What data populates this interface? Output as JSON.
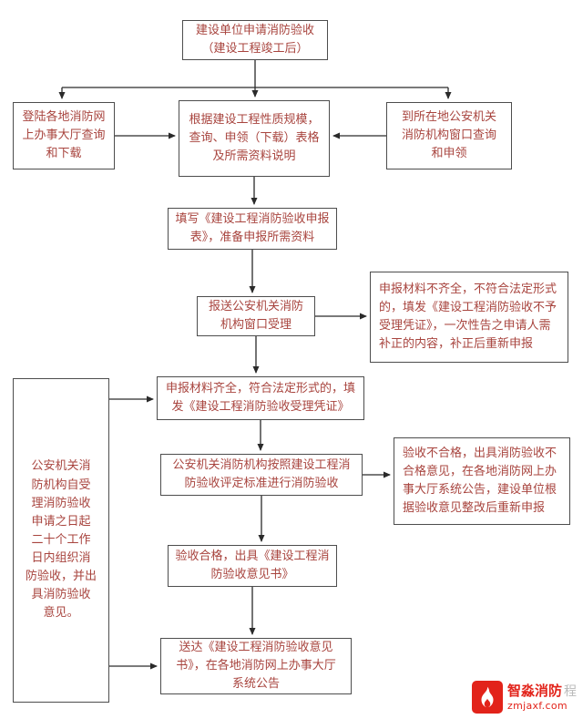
{
  "page": {
    "title": "建设工程消防验收流程图"
  },
  "colors": {
    "flow_text": "#a8443e",
    "box_border": "#4d4d4d",
    "line_color": "#2a2a2a",
    "logo_red": "#e2231a",
    "watermark_gray": "#b9b9b9"
  },
  "boxes": {
    "start": {
      "text": "建设单位申请消防验收\n（建设工程竣工后）"
    },
    "online_portal": {
      "text": "登陆各地消防网\n上办事大厅查询\n和下载"
    },
    "query_forms": {
      "text": "根据建设工程性质规模，\n查询、申领（下载）表格\n及所需资料说明"
    },
    "window_query": {
      "text": "到所在地公安机关\n消防机构窗口查询\n和申领"
    },
    "fill_form": {
      "text": "填写《建设工程消防验收申报\n表》，准备申报所需资料"
    },
    "submit_window": {
      "text": "报送公安机关消防\n机构窗口受理"
    },
    "reject_notice": {
      "text": "申报材料不齐全，不符合法定形式\n的，填发《建设工程消防验收不予\n受理凭证》，一次性告之申请人需\n补正的内容，补正后重新申报"
    },
    "accept_notice": {
      "text": "申报材料齐全，符合法定形式的，填\n发《建设工程消防验收受理凭证》"
    },
    "conduct_inspection": {
      "text": "公安机关消防机构按照建设工程消\n防验收评定标准进行消防验收"
    },
    "fail_result": {
      "text": "验收不合格，出具消防验收不\n合格意见，在各地消防网上办\n事大厅系统公告，建设单位根\n据验收意见整改后重新申报"
    },
    "time_limit": {
      "text": "公安机关消\n防机构自受\n理消防验收\n申请之日起\n二十个工作\n日内组织消\n防验收，并出\n具消防验收\n意见。"
    },
    "pass_result": {
      "text": "验收合格，出具《建设工程消\n防验收意见书》"
    },
    "deliver_notice": {
      "text": "送达《建设工程消防验收意见\n书》，在各地消防网上办事大厅\n系统公告"
    }
  },
  "logo": {
    "name": "智淼消防",
    "ghost": "程",
    "url": "zmjaxf.com",
    "icon": "flame-icon"
  }
}
